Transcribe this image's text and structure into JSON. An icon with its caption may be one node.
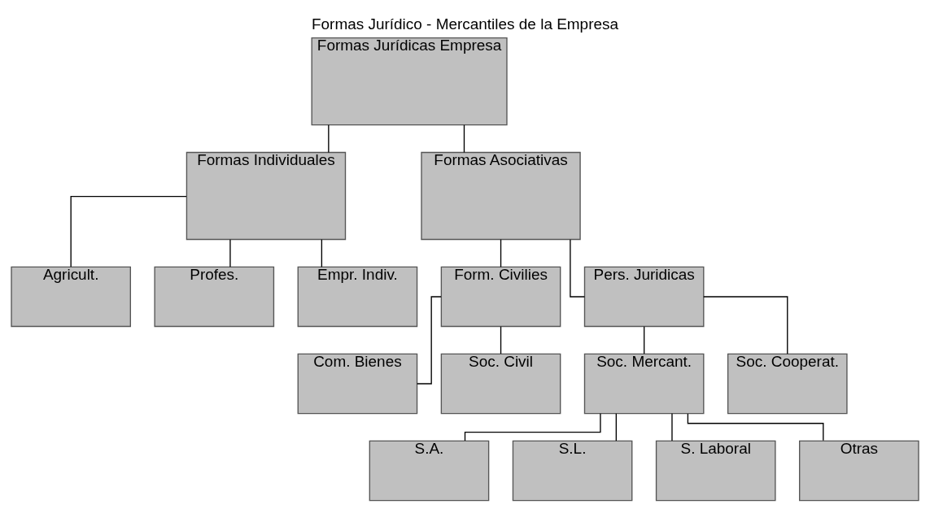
{
  "diagram": {
    "title": "Formas Jurídico - Mercantiles de la Empresa",
    "nodes": [
      {
        "text": [
          "Formas Jurídicas Empresa"
        ]
      },
      {
        "text": [
          "Formas Individuales"
        ]
      },
      {
        "text": [
          "Formas Asociativas"
        ]
      },
      {
        "text": [
          "Agricult."
        ]
      },
      {
        "text": [
          "Profes."
        ]
      },
      {
        "text": [
          "Empr. Indiv."
        ]
      },
      {
        "text": [
          "Form. Civilies"
        ]
      },
      {
        "text": [
          "Pers. Juridicas"
        ]
      },
      {
        "text": [
          "Com. Bienes"
        ]
      },
      {
        "text": [
          "Soc. Civil"
        ]
      },
      {
        "text": [
          "Soc. Mercant."
        ]
      },
      {
        "text": [
          "Soc. Cooperat."
        ]
      },
      {
        "text": [
          "S.A."
        ]
      },
      {
        "text": [
          "S.L."
        ]
      },
      {
        "text": [
          "S. Laboral"
        ]
      },
      {
        "text": [
          "Otras"
        ]
      }
    ],
    "edges": [
      {
        "from": 0,
        "to": 1,
        "arrow": "none"
      },
      {
        "from": 0,
        "to": 2,
        "arrow": "none"
      },
      {
        "from": 1,
        "to": 3,
        "arrow": "none"
      },
      {
        "from": 1,
        "to": 4,
        "arrow": "none"
      },
      {
        "from": 1,
        "to": 5,
        "arrow": "none"
      },
      {
        "from": 2,
        "to": 6,
        "arrow": "none"
      },
      {
        "from": 2,
        "to": 7,
        "arrow": "none"
      },
      {
        "from": 6,
        "to": 8,
        "arrow": "none"
      },
      {
        "from": 6,
        "to": 9,
        "arrow": "none"
      },
      {
        "from": 7,
        "to": 10,
        "arrow": "none"
      },
      {
        "from": 7,
        "to": 11,
        "arrow": "none"
      },
      {
        "from": 10,
        "to": 12,
        "arrow": "none"
      },
      {
        "from": 10,
        "to": 13,
        "arrow": "none"
      },
      {
        "from": 10,
        "to": 14,
        "arrow": "none"
      },
      {
        "from": 10,
        "to": 15,
        "arrow": "none"
      }
    ]
  }
}
